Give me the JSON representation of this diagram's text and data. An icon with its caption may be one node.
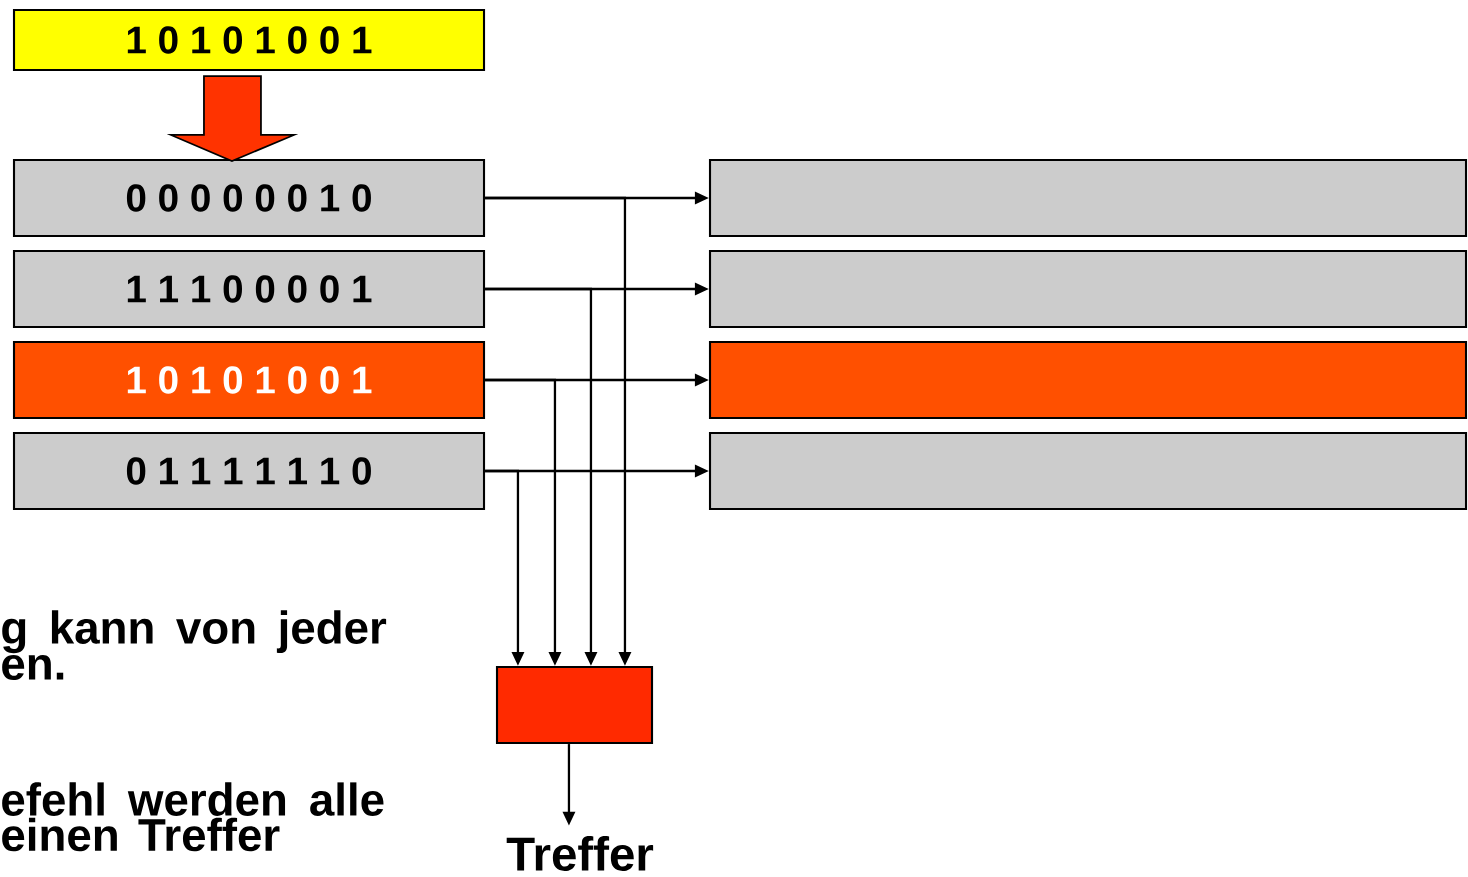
{
  "diagram": {
    "nodes": [
      {
        "text": [
          "1 0 1 0 1 0 0 1"
        ]
      },
      {
        "text": [
          "0 0 0 0 0 0 1 0"
        ]
      },
      {
        "text": [
          "1 1 1 0 0 0 0 1"
        ]
      },
      {
        "text": [
          "1 0 1 0 1 0 0 1"
        ]
      },
      {
        "text": [
          "0 1 1 1 1 1 1 0"
        ]
      },
      {
        "text": [],
        "shape": "box"
      },
      {
        "text": [],
        "shape": "box"
      },
      {
        "text": [],
        "shape": "box"
      },
      {
        "text": [],
        "shape": "box"
      },
      {
        "text": [],
        "shape": "box"
      },
      {
        "text": [
          "Treffer"
        ]
      }
    ],
    "edges": [
      {
        "from": 0,
        "to": 1,
        "arrow": "to",
        "style": "thick",
        "color": "#ff3300"
      },
      {
        "from": 1,
        "to": 5,
        "arrow": "to"
      },
      {
        "from": 2,
        "to": 6,
        "arrow": "to"
      },
      {
        "from": 3,
        "to": 7,
        "arrow": "to"
      },
      {
        "from": 4,
        "to": 8,
        "arrow": "to"
      },
      {
        "from": 1,
        "to": 9,
        "arrow": "to"
      },
      {
        "from": 2,
        "to": 9,
        "arrow": "to"
      },
      {
        "from": 3,
        "to": 9,
        "arrow": "to"
      },
      {
        "from": 4,
        "to": 9,
        "arrow": "to"
      },
      {
        "from": 9,
        "to": 10,
        "arrow": "to"
      }
    ],
    "labels": [
      "g kann von jeder en.",
      "efehl werden alle einen Treffer"
    ]
  }
}
